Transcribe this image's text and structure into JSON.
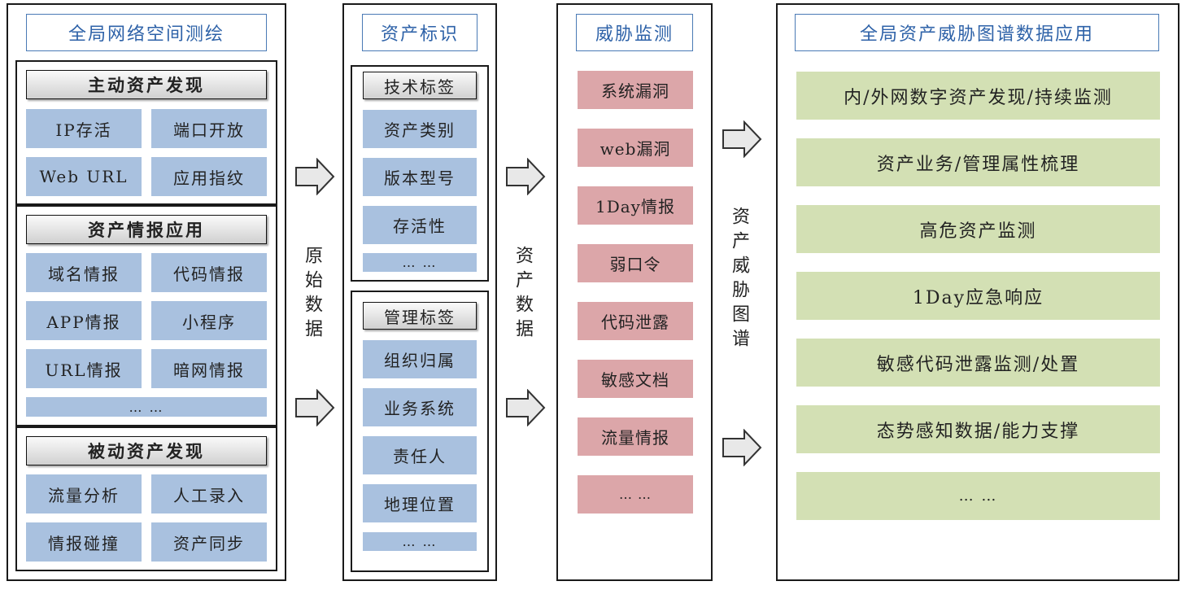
{
  "panel1": {
    "title": "全局网络空间测绘",
    "active": {
      "header": "主动资产发现",
      "items": [
        "IP存活",
        "端口开放",
        "Web URL",
        "应用指纹"
      ]
    },
    "intel": {
      "header": "资产情报应用",
      "items": [
        "域名情报",
        "代码情报",
        "APP情报",
        "小程序",
        "URL情报",
        "暗网情报"
      ],
      "ellipsis": "… …"
    },
    "passive": {
      "header": "被动资产发现",
      "items": [
        "流量分析",
        "人工录入",
        "情报碰撞",
        "资产同步"
      ]
    }
  },
  "arrow1_label": "原始数据",
  "panel2": {
    "title": "资产标识",
    "tech": {
      "header": "技术标签",
      "items": [
        "资产类别",
        "版本型号",
        "存活性"
      ],
      "ellipsis": "… …"
    },
    "mgmt": {
      "header": "管理标签",
      "items": [
        "组织归属",
        "业务系统",
        "责任人",
        "地理位置"
      ],
      "ellipsis": "… …"
    }
  },
  "arrow2_label": "资产数据",
  "panel3": {
    "title": "威胁监测",
    "items": [
      "系统漏洞",
      "web漏洞",
      "1Day情报",
      "弱口令",
      "代码泄露",
      "敏感文档",
      "流量情报",
      "… …"
    ]
  },
  "arrow3_label": "资产威胁图谱",
  "panel4": {
    "title": "全局资产威胁图谱数据应用",
    "items": [
      "内/外网数字资产发现/持续监测",
      "资产业务/管理属性梳理",
      "高危资产监测",
      "1Day应急响应",
      "敏感代码泄露监测/处置",
      "态势感知数据/能力支撑",
      "… …"
    ]
  },
  "colors": {
    "title_blue": "#2e62a8",
    "box_blue": "#a9c1df",
    "box_pink": "#dca6a9",
    "box_green": "#d3e0b4",
    "arrow_fill": "#e8e8e8"
  }
}
